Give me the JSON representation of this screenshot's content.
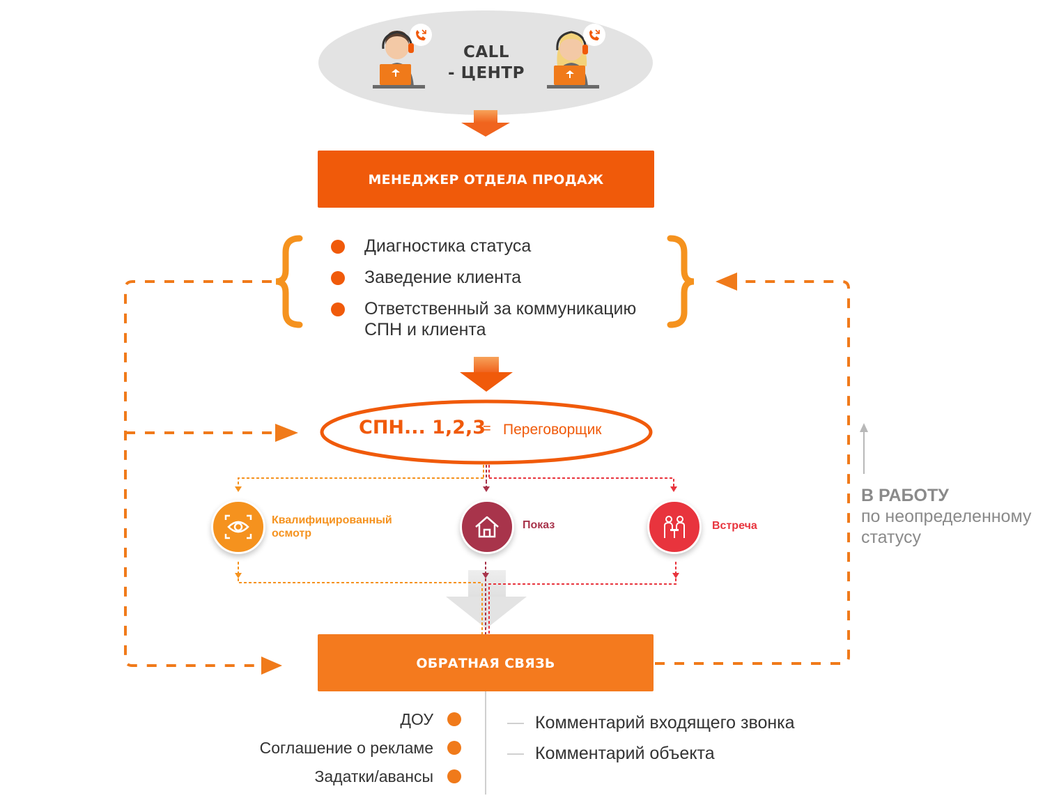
{
  "call_center": {
    "title_line1": "CALL",
    "title_line2": "- ЦЕНТР"
  },
  "sales_manager": {
    "title": "МЕНЕДЖЕР ОТДЕЛА ПРОДАЖ"
  },
  "duties": [
    "Диагностика статуса",
    "Заведение клиента",
    "Ответственный за коммуникацию СПН и клиента"
  ],
  "spn": {
    "label": "СПН... 1,2,3",
    "equals": "=",
    "role": "Переговорщик"
  },
  "steps": [
    {
      "label": "Квалифицированный осмотр",
      "icon": "eye-icon",
      "color": "#f5921e"
    },
    {
      "label": "Показ",
      "icon": "house-icon",
      "color": "#a8344b"
    },
    {
      "label": "Встреча",
      "icon": "meeting-icon",
      "color": "#e8343d"
    }
  ],
  "feedback": {
    "title": "ОБРАТНАЯ СВЯЗЬ"
  },
  "documents": [
    "ДОУ",
    "Соглашение о рекламе",
    "Задатки/авансы"
  ],
  "comments": [
    "Комментарий входящего звонка",
    "Комментарий объекта"
  ],
  "back_to_work": {
    "strong": "В РАБОТУ",
    "line2": "по неопределенному",
    "line3": "статусу"
  },
  "colors": {
    "accent_orange": "#f05a0a",
    "accent_light_orange": "#f5921e",
    "dashed_orange": "#f07a1a",
    "maroon": "#a8344b",
    "red": "#e8343d",
    "gray_text": "#8a8a8a"
  }
}
